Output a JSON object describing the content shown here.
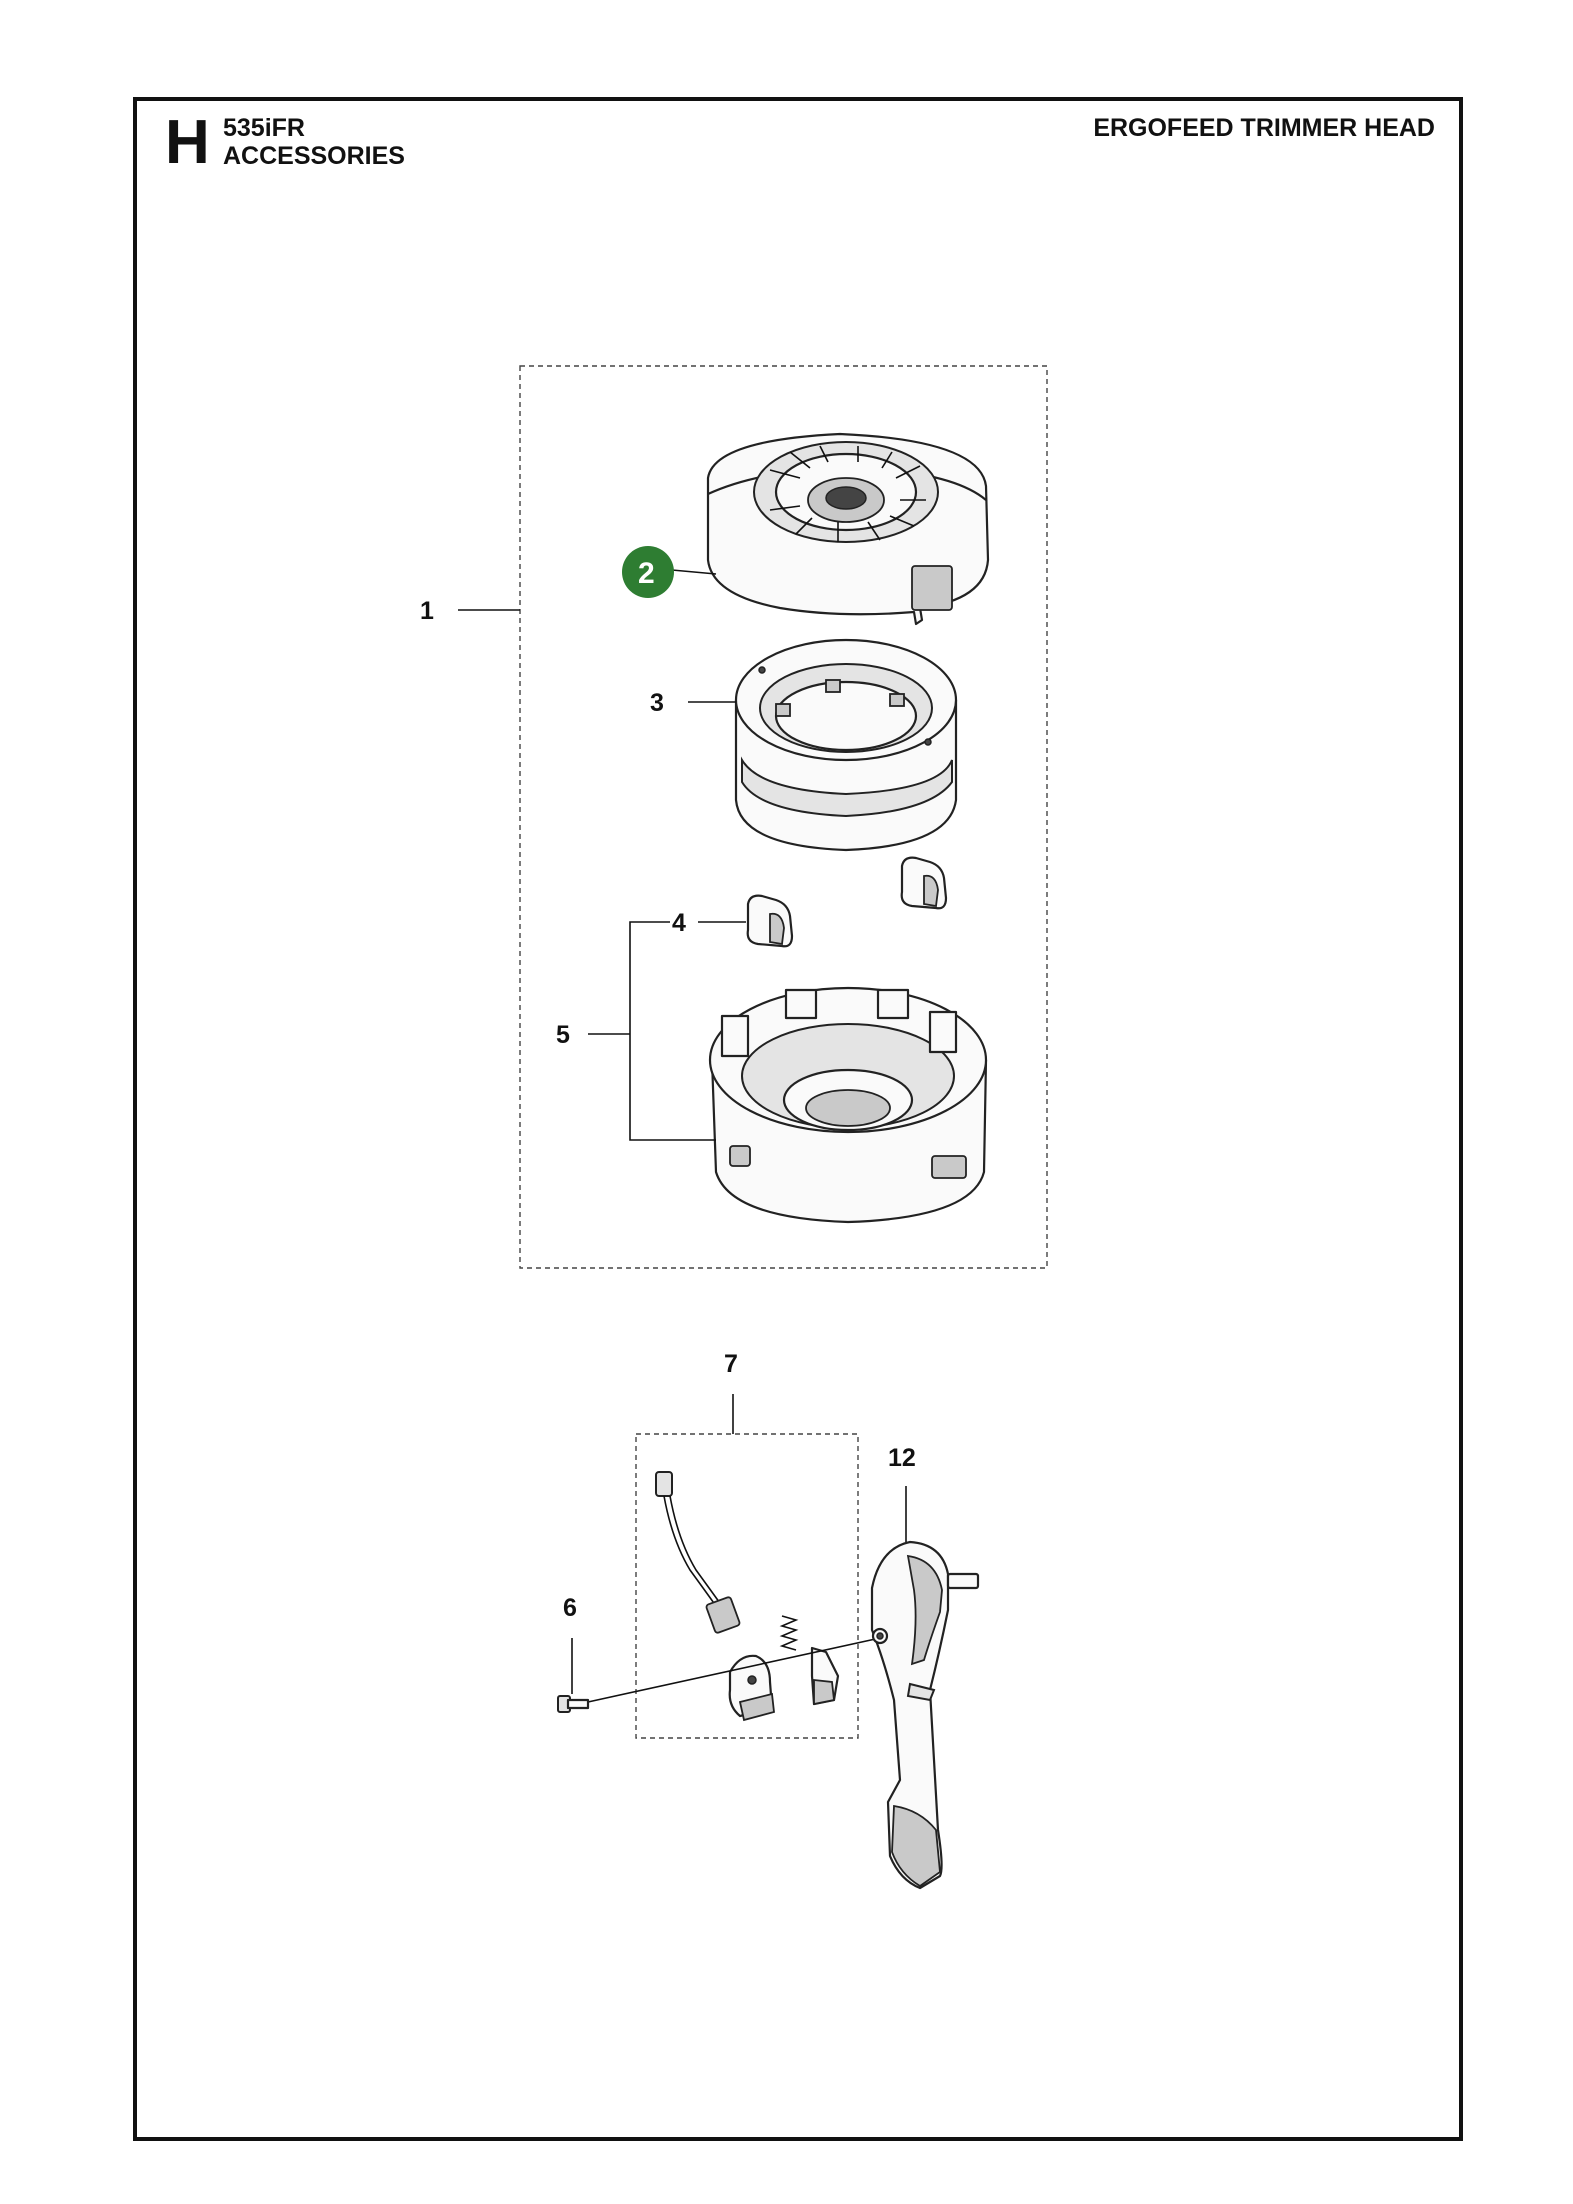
{
  "header": {
    "section_letter": "H",
    "model": "535iFR",
    "category": "ACCESSORIES",
    "page_title": "ERGOFEED TRIMMER HEAD"
  },
  "callouts": {
    "c1": "1",
    "c2": "2",
    "c3": "3",
    "c4": "4",
    "c5": "5",
    "c6": "6",
    "c7": "7",
    "c12": "12"
  },
  "colors": {
    "badge": "#2e7d32",
    "line": "#111111"
  }
}
